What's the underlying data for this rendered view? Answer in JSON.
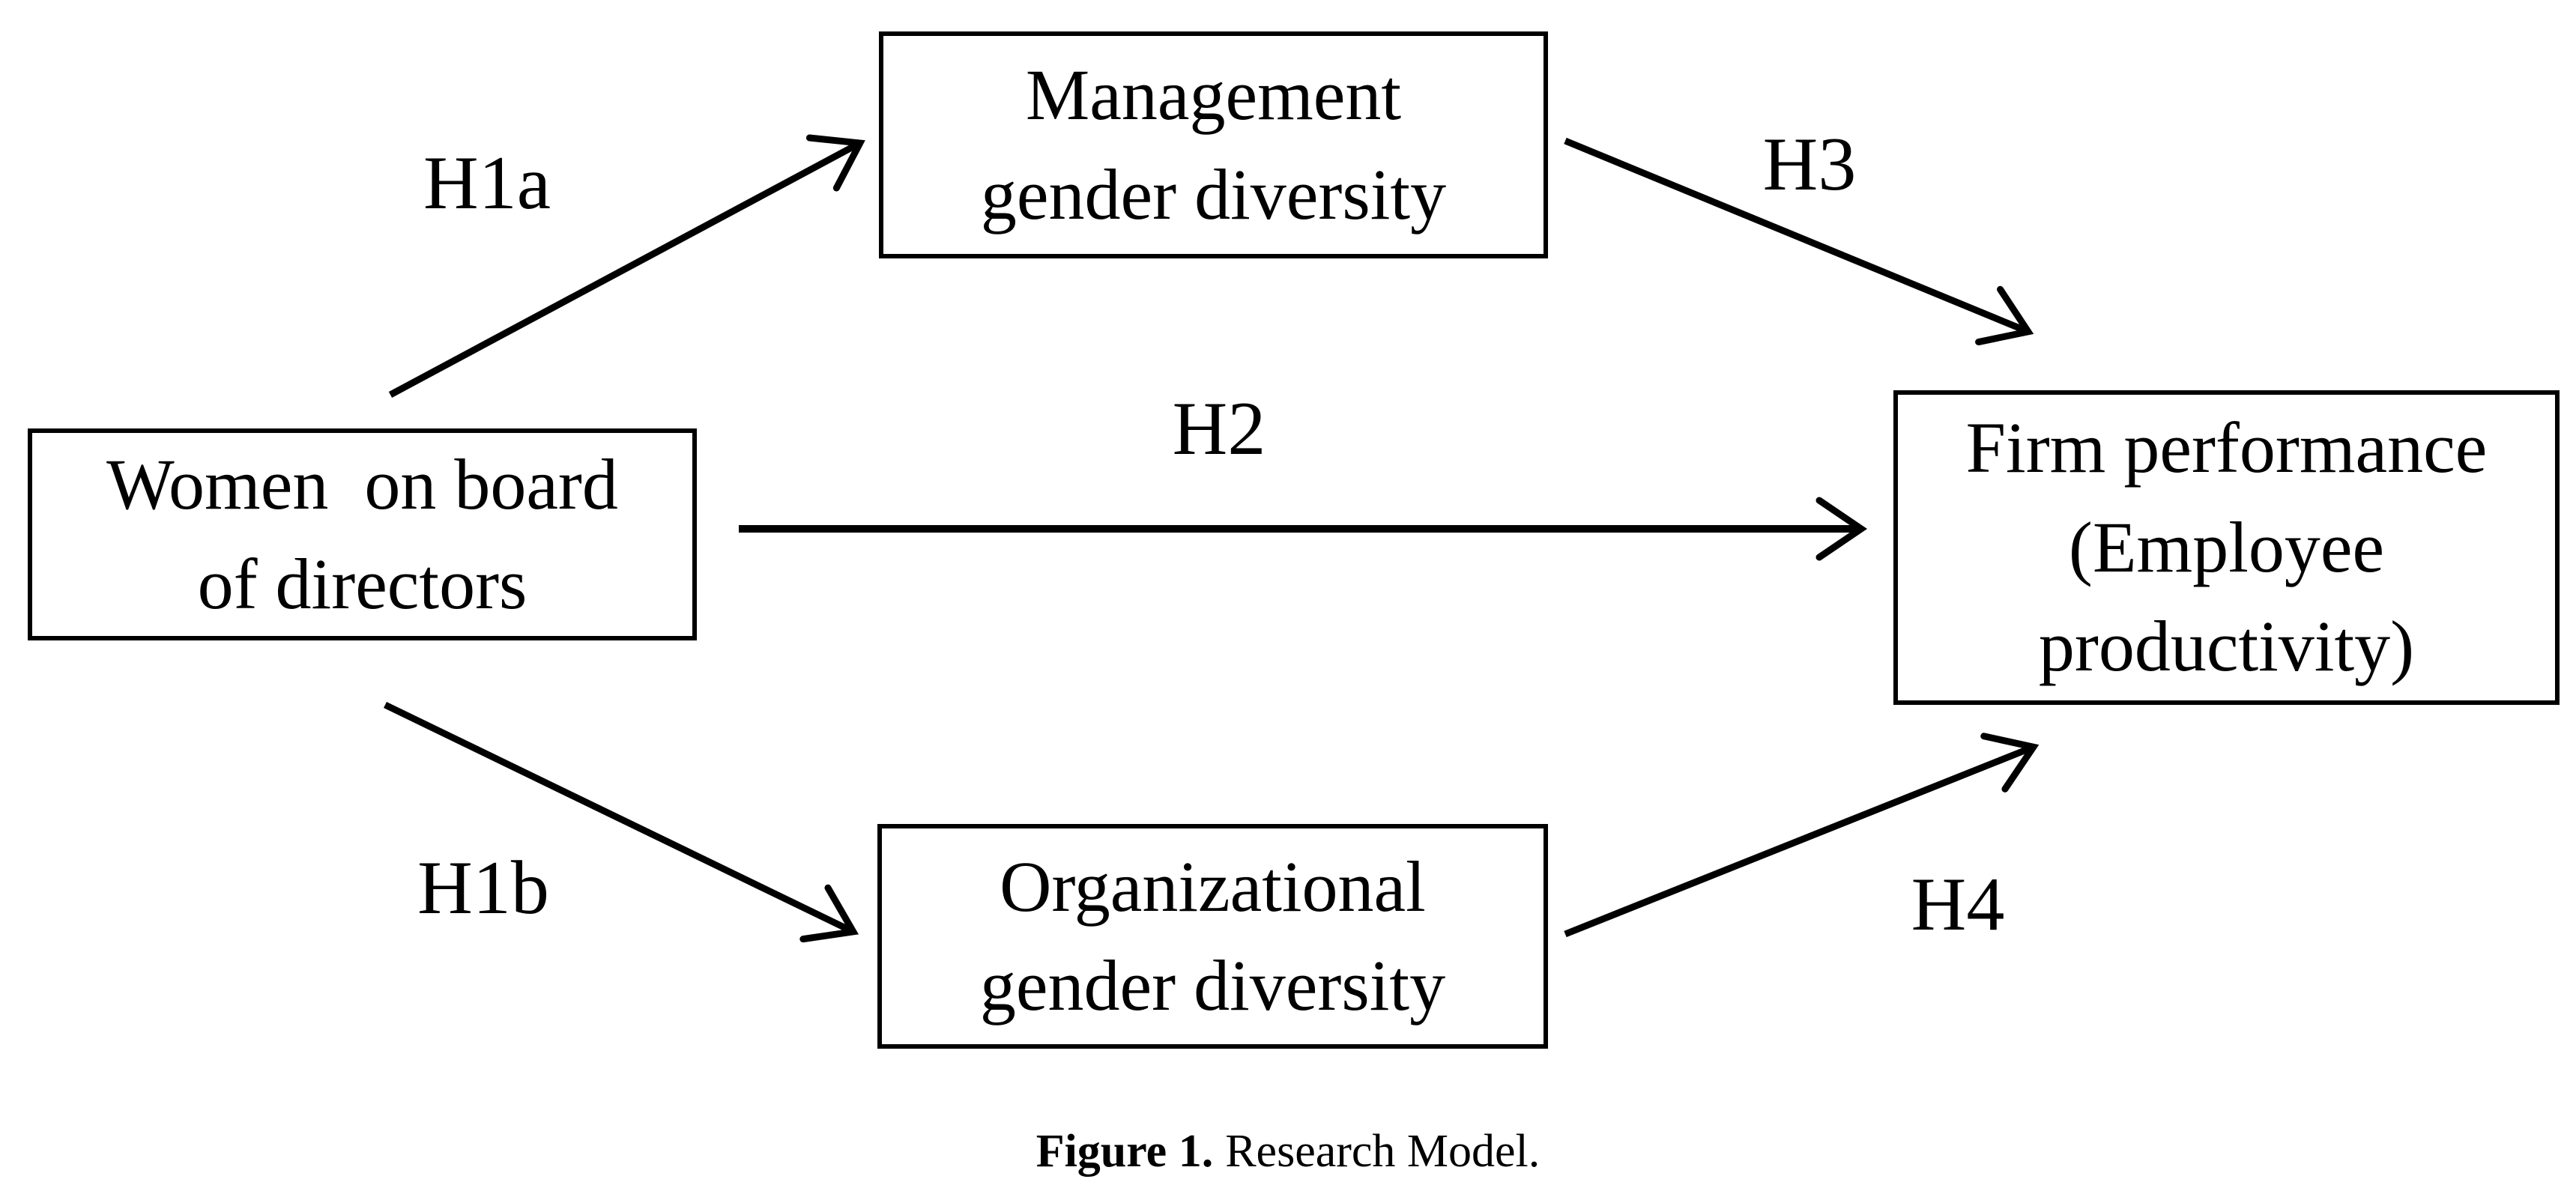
{
  "figure": {
    "type": "research-model-diagram",
    "caption": {
      "bold": "Figure 1.",
      "rest": "Research Model."
    }
  },
  "nodes": {
    "women_board": {
      "text": "Women  on board\nof directors"
    },
    "management": {
      "text": "Management\ngender diversity"
    },
    "organizational": {
      "text": "Organizational\ngender diversity"
    },
    "firm_performance": {
      "text": "Firm performance\n(Employee\nproductivity)"
    }
  },
  "hypothesis_labels": {
    "h1a": "H1a",
    "h1b": "H1b",
    "h2": "H2",
    "h3": "H3",
    "h4": "H4"
  },
  "edges": [
    {
      "id": "h1a",
      "from": "women_board",
      "to": "management",
      "label": "H1a"
    },
    {
      "id": "h1b",
      "from": "women_board",
      "to": "organizational",
      "label": "H1b"
    },
    {
      "id": "h2",
      "from": "women_board",
      "to": "firm_performance",
      "label": "H2"
    },
    {
      "id": "h3",
      "from": "management",
      "to": "firm_performance",
      "label": "H3"
    },
    {
      "id": "h4",
      "from": "organizational",
      "to": "firm_performance",
      "label": "H4"
    }
  ],
  "colors": {
    "ink": "#000000",
    "background": "#ffffff"
  }
}
